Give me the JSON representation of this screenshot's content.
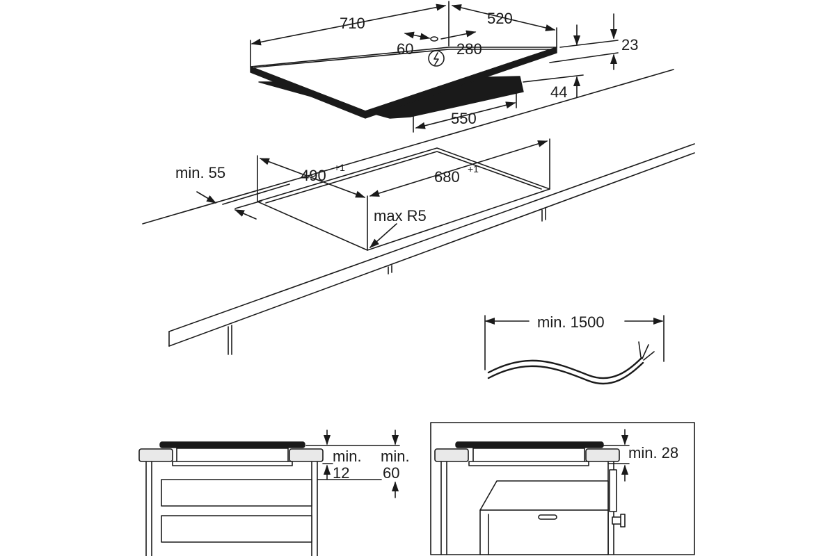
{
  "hob": {
    "width": "710",
    "depth": "520",
    "conn_left": "60",
    "conn_right": "280",
    "glass_thickness": "23",
    "body_height": "44",
    "body_width": "550"
  },
  "cutout": {
    "min_edge_label": "min. 55",
    "depth_base": "490",
    "width_base": "680",
    "tolerance": "+1",
    "radius_label": "max R5"
  },
  "cable": {
    "length_label": "min. 1500"
  },
  "section_drawers": {
    "min_label_a": "min.",
    "value_a": "12",
    "min_label_b": "min.",
    "value_b": "60"
  },
  "section_oven": {
    "label": "min. 28"
  }
}
